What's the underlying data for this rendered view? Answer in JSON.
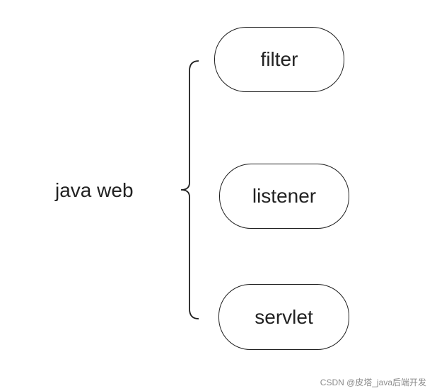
{
  "diagram": {
    "root_label": "java web",
    "nodes": [
      {
        "label": "filter"
      },
      {
        "label": "listener"
      },
      {
        "label": "servlet"
      }
    ]
  },
  "watermark": "CSDN @皮塔_java后端开发",
  "colors": {
    "stroke": "#1f1f1f",
    "text": "#222222",
    "background": "#ffffff",
    "watermark": "#8a8a8a"
  }
}
